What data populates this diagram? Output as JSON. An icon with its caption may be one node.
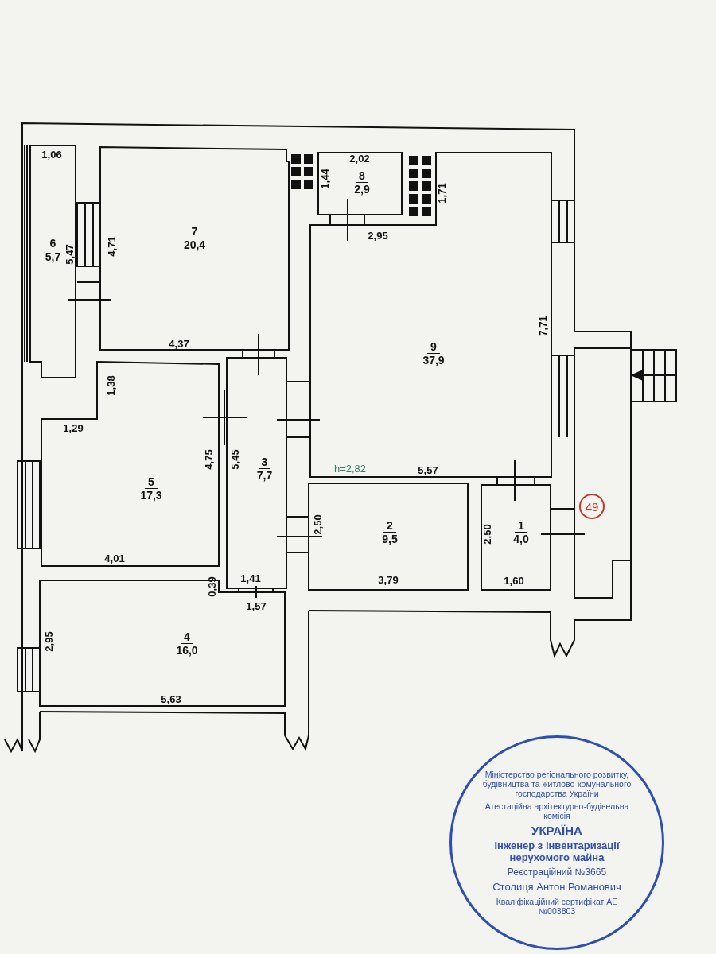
{
  "diagram": {
    "nodes": [
      {
        "text": [
          "6",
          "5,7"
        ]
      },
      {
        "text": [
          "7",
          "20,4"
        ]
      },
      {
        "text": [
          "8",
          "2,9"
        ]
      },
      {
        "text": [
          "9",
          "37,9"
        ]
      },
      {
        "text": [
          "5",
          "17,3"
        ]
      },
      {
        "text": [
          "3",
          "7,7"
        ]
      },
      {
        "text": [
          "2",
          "9,5"
        ]
      },
      {
        "text": [
          "1",
          "4,0"
        ]
      },
      {
        "text": [
          "49"
        ]
      },
      {
        "text": [
          "4",
          "16,0"
        ]
      },
      {
        "text": [
          "Міністерство регіонального розвитку, будівництва та житлово-комунального господарства України",
          "Атестаційна архітектурно-будівельна комісія",
          "УКРАЇНА",
          "Інженер з інвентаризації нерухомого майна",
          "Реєстраційний №3665",
          "Столиця Антон Романович",
          "Кваліфікаційний сертифікат АЕ №003803"
        ]
      }
    ],
    "labels": [
      "1,06",
      "2,02",
      "1,44",
      "1,71",
      "2,95",
      "4,71",
      "5,47",
      "7,71",
      "4,37",
      "1,38",
      "1,29",
      "4,75",
      "5,45",
      "h=2,82",
      "5,57",
      "2,50",
      "2,50",
      "4,01",
      "3,79",
      "1,60",
      "1,41",
      "0,39",
      "1,57",
      "2,95",
      "5,63"
    ]
  }
}
